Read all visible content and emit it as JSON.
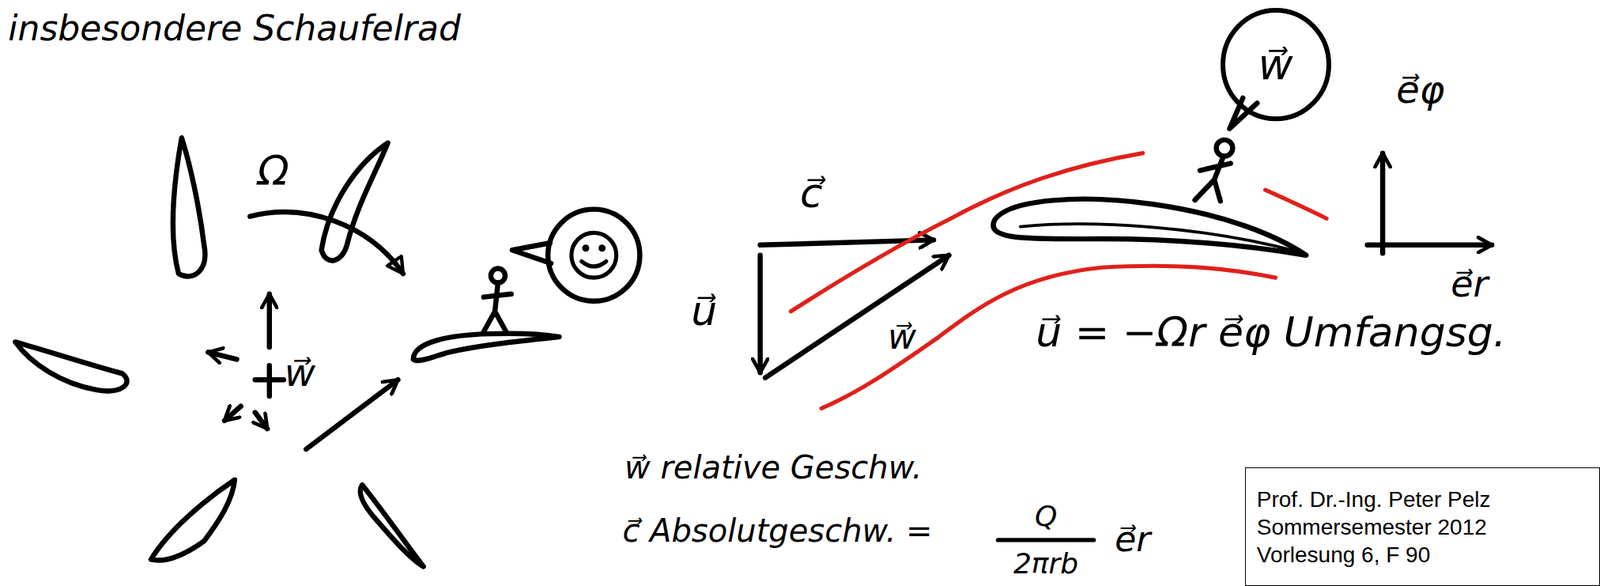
{
  "diagram": {
    "nodes": [
      {
        "text": [
          "w⃗"
        ]
      },
      {
        "text": [
          "Prof. Dr.-Ing. Peter Pelz",
          "Sommersemester 2012",
          "Vorlesung 6, F 90"
        ]
      }
    ],
    "labels": [
      "insbesondere Schaufelrad",
      "Ω",
      "w⃗",
      "c⃗",
      "u⃗",
      "w⃗",
      "e⃗φ",
      "e⃗r",
      "u⃗ = −Ωr e⃗φ Umfangsg.",
      "w⃗ relative Geschw.",
      "c⃗ Absolutgeschw. =",
      "Q",
      "2πrb",
      "e⃗r"
    ]
  }
}
